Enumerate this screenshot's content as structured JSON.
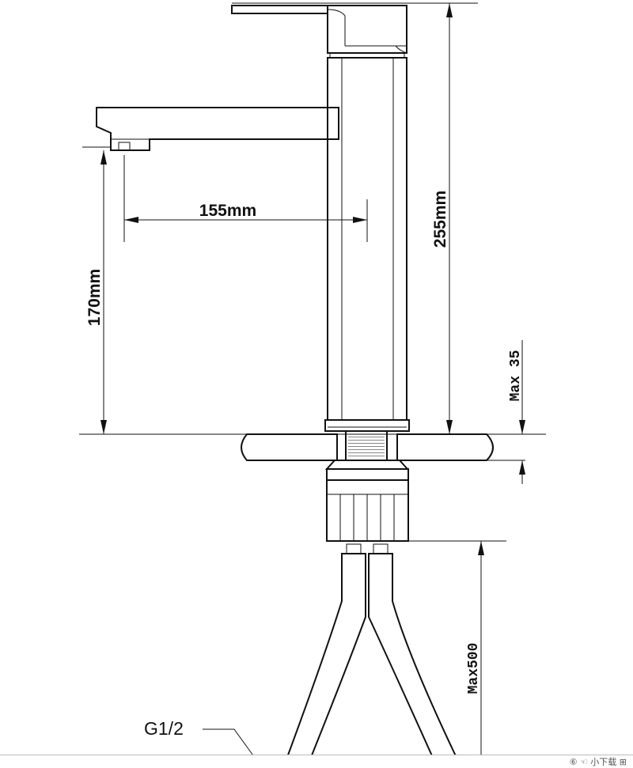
{
  "dimensions": {
    "spout_reach": "155mm",
    "spout_height": "170mm",
    "total_height": "255mm",
    "max_deck": "Max 35",
    "max_hose": "Max500"
  },
  "connector_label": "G1/2",
  "footer": {
    "text": "⑥ ☜ 小下载 ⊞"
  }
}
